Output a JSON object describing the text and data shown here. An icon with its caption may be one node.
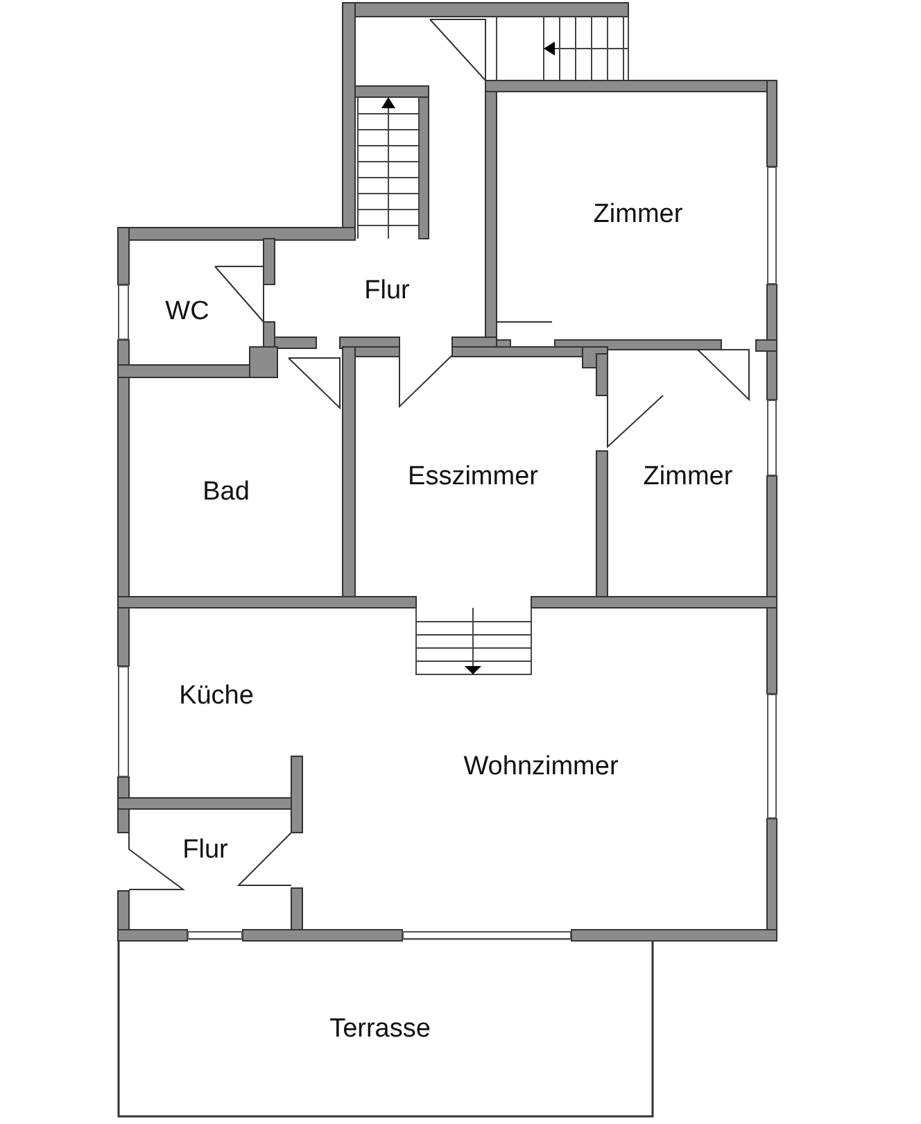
{
  "diagram": {
    "nodes": [
      {
        "text": [
          "Zimmer"
        ]
      },
      {
        "text": [
          "WC"
        ]
      },
      {
        "text": [
          "Flur"
        ]
      },
      {
        "text": [
          "Bad"
        ]
      },
      {
        "text": [
          "Esszimmer"
        ]
      },
      {
        "text": [
          "Zimmer"
        ]
      },
      {
        "text": [
          "Küche",
          "Wohnzimmer"
        ]
      },
      {
        "text": [
          "Flur"
        ],
        "in": 6
      },
      {
        "text": [
          "Terrasse"
        ]
      }
    ]
  }
}
